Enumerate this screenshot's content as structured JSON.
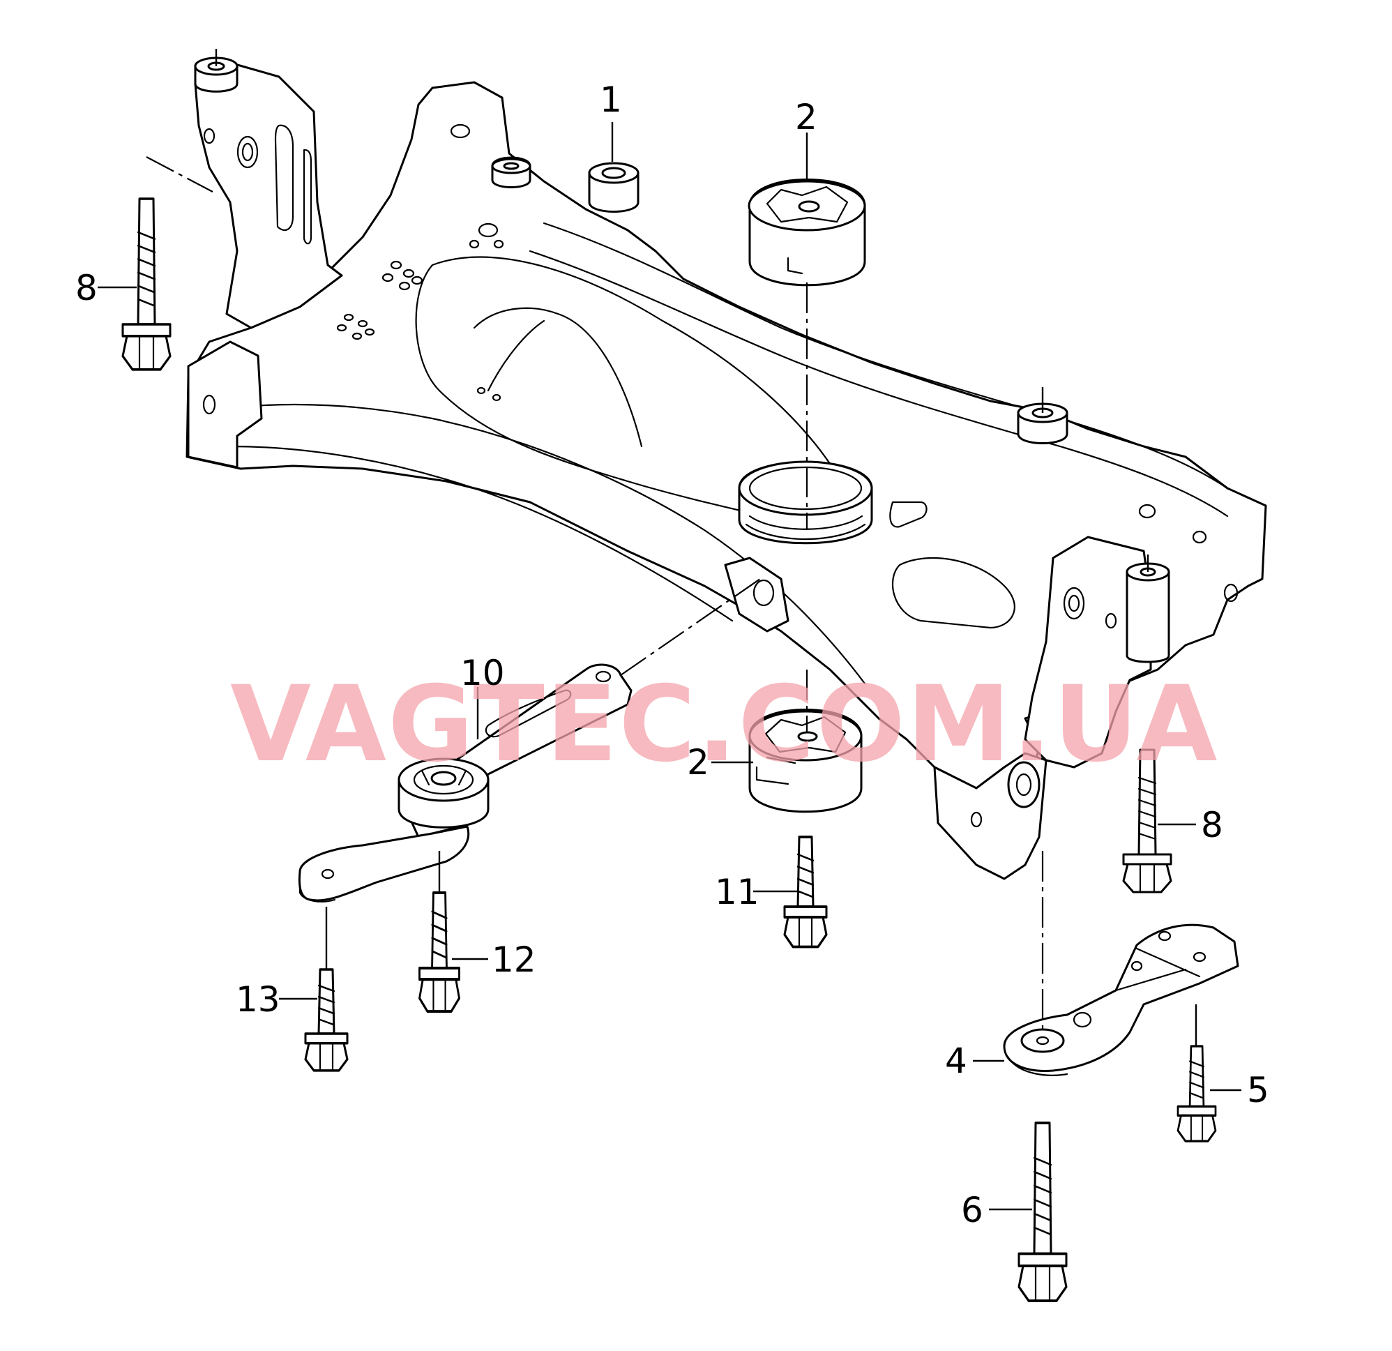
{
  "diagram": {
    "callouts": [
      {
        "id": "c1",
        "text": "1"
      },
      {
        "id": "c2a",
        "text": "2"
      },
      {
        "id": "c2b",
        "text": "2"
      },
      {
        "id": "c4",
        "text": "4"
      },
      {
        "id": "c5",
        "text": "5"
      },
      {
        "id": "c6",
        "text": "6"
      },
      {
        "id": "c8a",
        "text": "8"
      },
      {
        "id": "c8b",
        "text": "8"
      },
      {
        "id": "c10",
        "text": "10"
      },
      {
        "id": "c11",
        "text": "11"
      },
      {
        "id": "c12",
        "text": "12"
      },
      {
        "id": "c13",
        "text": "13"
      }
    ]
  },
  "watermark": "VAGTEC.COM.UA"
}
